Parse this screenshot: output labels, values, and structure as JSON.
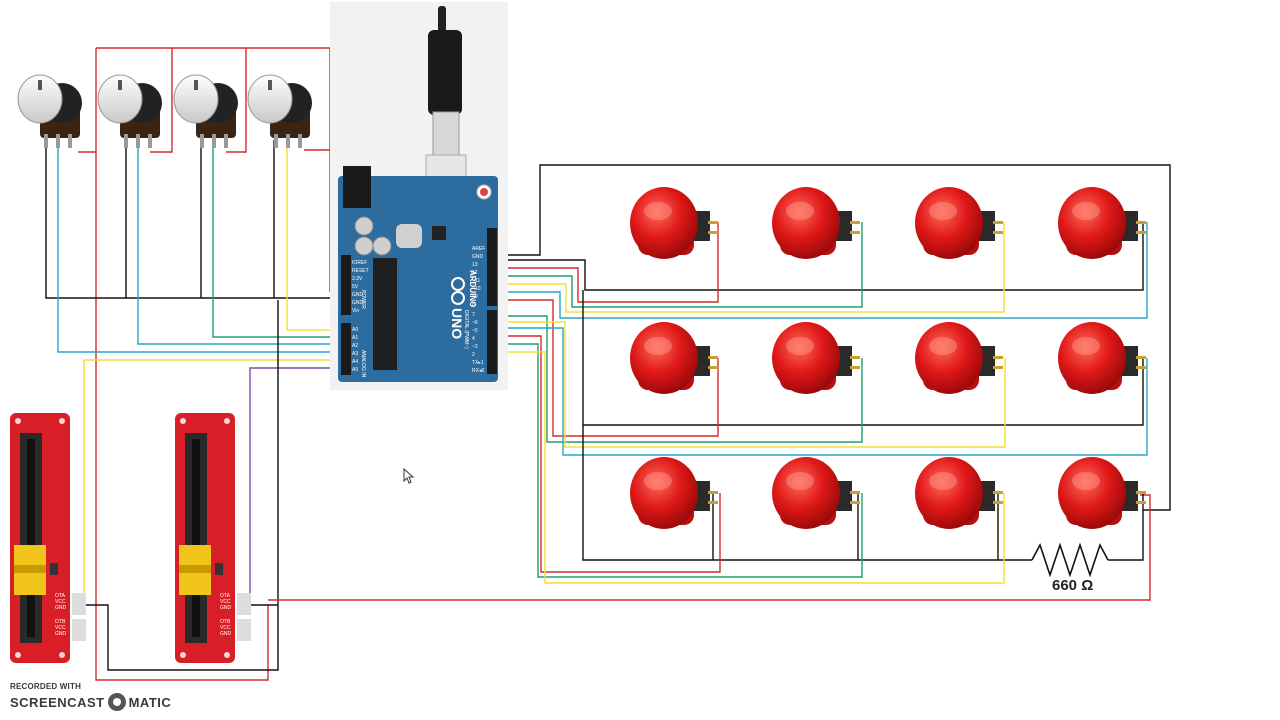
{
  "resistor": {
    "label": "660 Ω"
  },
  "arduino": {
    "logo": "UNO",
    "brand": "ARDUINO",
    "power_header": [
      "IOREF",
      "RESET",
      "3.3V",
      "5V",
      "GND",
      "GND",
      "Vin"
    ],
    "power_title": "POWER",
    "analog_header": [
      "A0",
      "A1",
      "A2",
      "A3",
      "A4",
      "A5"
    ],
    "analog_title": "ANALOG IN",
    "digital_header_top": [
      "AREF",
      "GND",
      "13",
      "12",
      "~11",
      "~10",
      "~9",
      "8"
    ],
    "digital_header_bottom": [
      "7",
      "~6",
      "~5",
      "4",
      "~3",
      "2",
      "TX▸1",
      "RX◂0"
    ],
    "digital_title": "DIGITAL (PWM~)"
  },
  "sliders": {
    "pin_labels": [
      "OTA",
      "VCC",
      "GND",
      "OTB",
      "VCC",
      "GND"
    ]
  },
  "watermark": {
    "recorded": "RECORDED WITH",
    "left": "SCREENCAST",
    "right": "MATIC"
  },
  "icons": {
    "cursor": "mouse-cursor-icon",
    "usb": "usb-plug-icon",
    "logo": "screencast-o-matic-logo-icon"
  },
  "colors": {
    "wire_red": "#d42a2a",
    "wire_black": "#111111",
    "wire_green": "#1e9e72",
    "wire_blue": "#2aa6c9",
    "wire_yellow": "#f0e030",
    "wire_purple": "#7a4ea0",
    "button_red": "#e01818",
    "board_blue": "#2d6c9e",
    "slider_red": "#d81e26"
  }
}
